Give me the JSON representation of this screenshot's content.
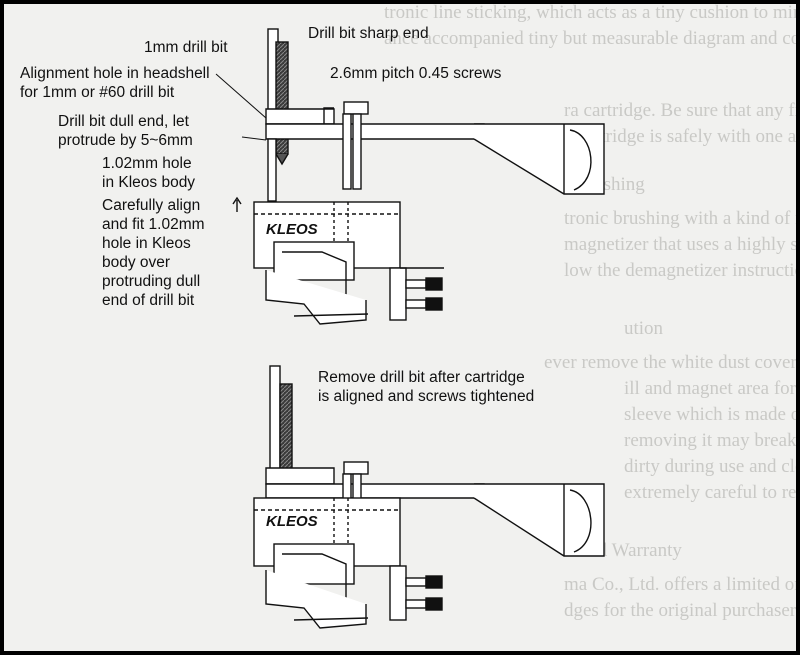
{
  "labels": {
    "drill_bit": "1mm drill bit",
    "sharp_end": "Drill bit sharp end",
    "screws": "2.6mm pitch 0.45 screws",
    "alignment_hole": "Alignment hole in headshell\nfor 1mm or #60 drill bit",
    "dull_end": "Drill bit dull end, let\nprotrude by 5~6mm",
    "kleos_hole": "1.02mm hole\nin Kleos body",
    "carefully": "Carefully align\nand fit 1.02mm\nhole in Kleos\nbody over\nprotruding dull\nend of drill bit",
    "remove": "Remove drill bit after cartridge\nis aligned and screws tightened"
  },
  "brand": "KLEOS",
  "background_text": [
    "tronic line sticking, which acts as a tiny cushion to minimize",
    "ance accompanied tiny but measurable diagram and comfort",
    "ra cartridge. Be sure that any fiddling with the cartridge is",
    "e cartridge is safely with one and more guards, thru as",
    "v brushing",
    "tronic brushing with a kind of non-magnetic or another",
    "magnetizer that uses a highly steady direction in it",
    "low the demagnetizer instructions",
    "ution",
    "ever remove the white dust cover that serves and protects the",
    "ill and magnet area for the handling environment attached",
    "sleeve which is made of soft but durable material. Rather",
    "removing it may break or cause the stylus to worry if this does",
    "dirty during use and cleaning with care, attached, it may be",
    "extremely careful to remove it from the cartridge body",
    "mited Warranty",
    "ma Co., Ltd. offers a limited one-year warranty and we should",
    "dges for the original purchaser. Warranty has been as"
  ]
}
